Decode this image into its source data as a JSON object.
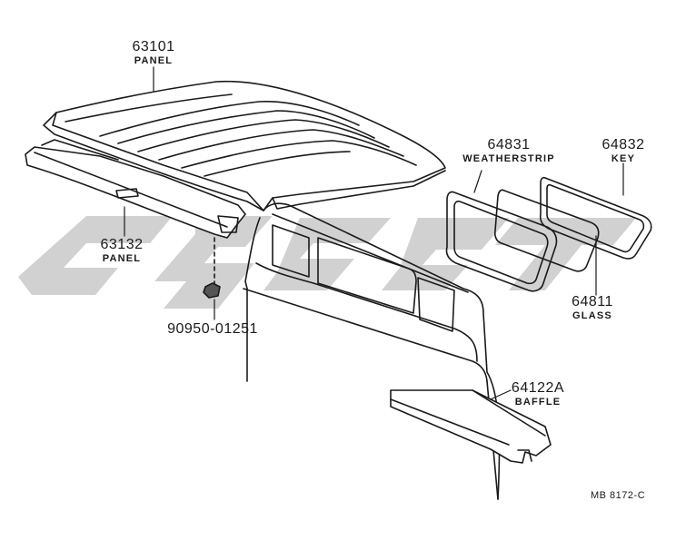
{
  "parts": [
    {
      "id": "p63101",
      "number": "63101",
      "name": "PANEL"
    },
    {
      "id": "p63132",
      "number": "63132",
      "name": "PANEL"
    },
    {
      "id": "p90950",
      "number": "90950-01251",
      "name": ""
    },
    {
      "id": "p64831",
      "number": "64831",
      "name": "WEATHERSTRIP"
    },
    {
      "id": "p64832",
      "number": "64832",
      "name": "KEY"
    },
    {
      "id": "p64811",
      "number": "64811",
      "name": "GLASS"
    },
    {
      "id": "p64122A",
      "number": "64122A",
      "name": "BAFFLE"
    }
  ],
  "diagram_code": "MB 8172-C",
  "colors": {
    "line": "#1a1a1a",
    "watermark": "#c9c9c9",
    "shade": "#e8e8e8"
  }
}
